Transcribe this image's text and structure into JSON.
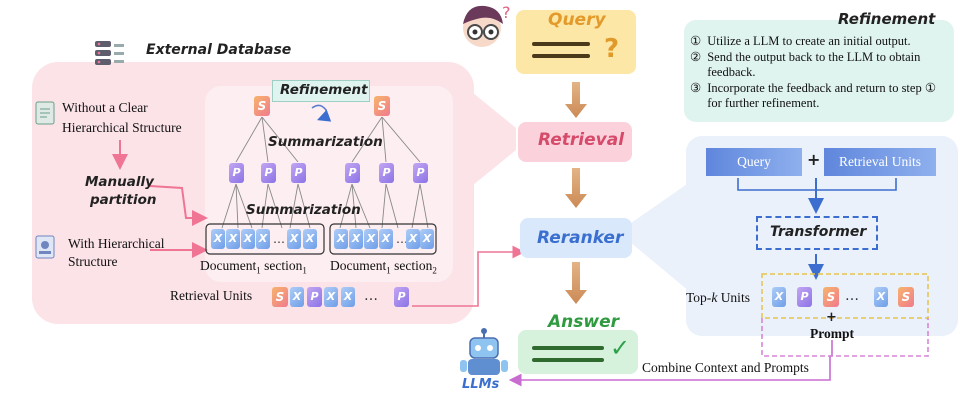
{
  "query": {
    "label": "Query"
  },
  "retrieval": {
    "label": "Retrieval"
  },
  "reranker": {
    "label": "Reranker"
  },
  "answer": {
    "label": "Answer"
  },
  "llms": {
    "label": "LLMs"
  },
  "external_db": {
    "title": "External Database"
  },
  "left_inputs": {
    "no_structure": "Without a Clear Hierarchical Structure",
    "no_structure_line1": "Without a Clear",
    "no_structure_line2": "Hierarchical Structure",
    "manually_line1": "Manually",
    "manually_line2": "partition",
    "with_structure_line1": "With Hierarchical",
    "with_structure_line2": "Structure"
  },
  "tree": {
    "refinement": "Refinement",
    "summarization_top": "Summarization",
    "summarization_mid": "Summarization",
    "doc1_label": "Document",
    "doc1_sub": "1",
    "doc1_section": "section",
    "doc1_section_sub": "1",
    "doc2_label": "Document",
    "doc2_sub": "1",
    "doc2_section": "section",
    "doc2_section_sub": "2",
    "ellipsis": "…"
  },
  "retrieval_units": {
    "label": "Retrieval Units",
    "items": [
      "S",
      "X",
      "P",
      "X",
      "X",
      "…",
      "P"
    ]
  },
  "refinement_panel": {
    "title": "Refinement",
    "steps": [
      {
        "num": "①",
        "text": "Utilize a LLM to create an initial output."
      },
      {
        "num": "②",
        "text": "Send the output back to the LLM to obtain feedback."
      },
      {
        "num": "③",
        "text": "Incorporate the feedback and return to step ① for further refinement."
      }
    ]
  },
  "reranker_panel": {
    "query_box": "Query",
    "plus": "+",
    "units_box": "Retrieval Units",
    "transformer": "Transformer",
    "topk_prefix": "Top-",
    "topk_k": "k",
    "topk_suffix": " Units",
    "topk_items": [
      "X",
      "P",
      "S",
      "…",
      "X",
      "S"
    ],
    "prompt_plus": "+",
    "prompt": "Prompt"
  },
  "combine": {
    "label": "Combine Context and Prompts"
  },
  "colors": {
    "query_fill": "#fde7a6",
    "retrieval_fill": "#fbd2dc",
    "reranker_fill": "#d9e8fb",
    "answer_fill": "#d6f1dc",
    "db_panel": "#fbe3e8",
    "side_panel": "#eaf1fb",
    "refine_panel": "#dff3ef",
    "arrow_pink": "#f07595",
    "arrow_blue": "#3c6ed0",
    "arrow_purple": "#d687d6"
  }
}
